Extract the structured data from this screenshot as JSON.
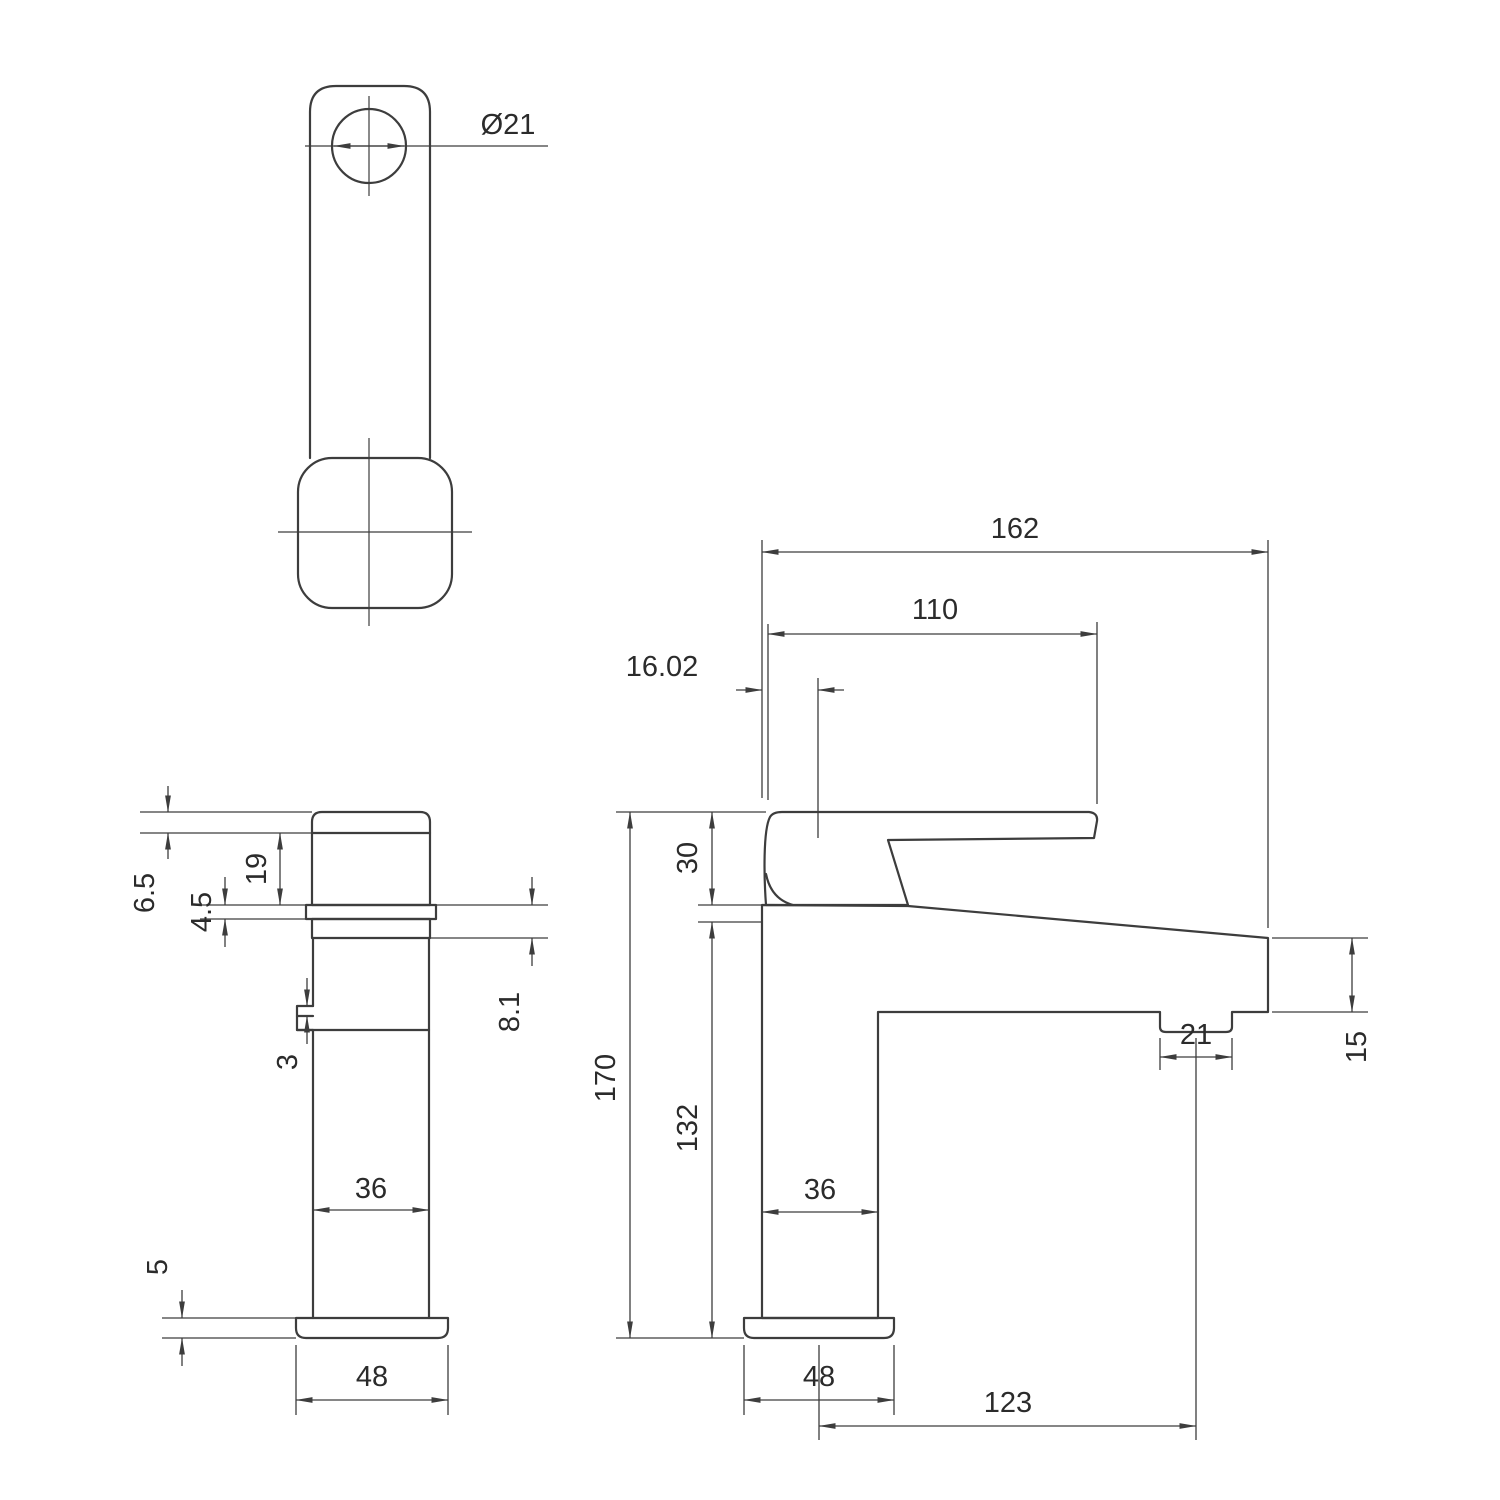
{
  "drawing": {
    "background": "#ffffff",
    "line_color": "#3d3d3d",
    "type": "faucet-technical-drawing",
    "views": {
      "top": "top-view",
      "front": "front-view",
      "side": "side-view"
    }
  },
  "dims": {
    "top_view": {
      "outlet_diameter": "Ø21"
    },
    "front_view": {
      "handle_cap_height": "6.5",
      "collar_height": "4.5",
      "handle_height": "19",
      "flange_height": "8.1",
      "spout_lip_height": "3",
      "body_width": "36",
      "base_plate_height": "5",
      "base_width": "48"
    },
    "side_view": {
      "overall_length": "162",
      "handle_length": "110",
      "handle_offset": "16.02",
      "handle_block_height": "30",
      "overall_height": "170",
      "spout_underside_height": "132",
      "body_width": "36",
      "base_width": "48",
      "outlet_width": "21",
      "spout_tip_height": "15",
      "outlet_reach": "123"
    }
  }
}
